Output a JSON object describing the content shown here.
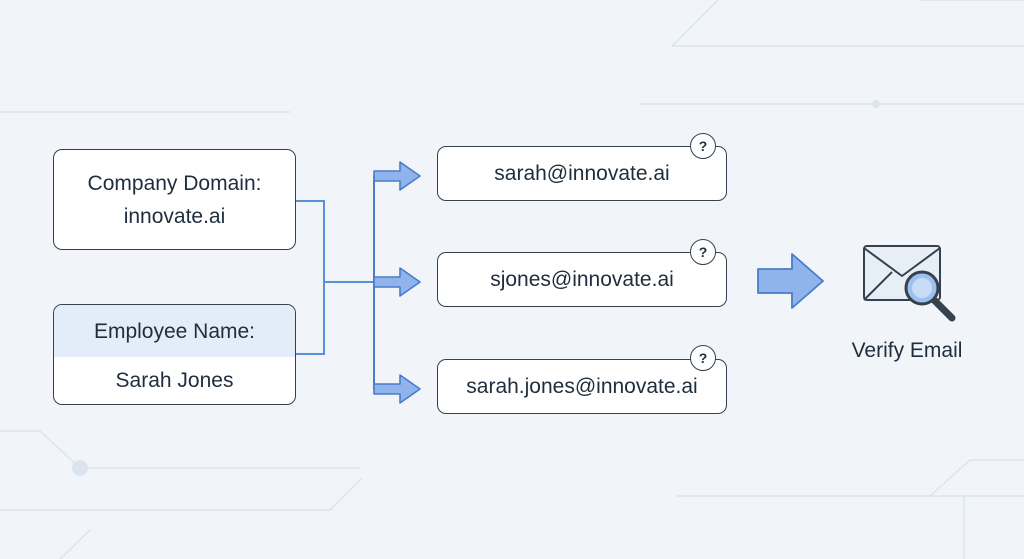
{
  "inputs": {
    "domain": {
      "label": "Company Domain:",
      "value": "innovate.ai"
    },
    "employee": {
      "label": "Employee Name:",
      "value": "Sarah Jones"
    }
  },
  "candidates": [
    {
      "email": "sarah@innovate.ai",
      "badge": "?"
    },
    {
      "email": "sjones@innovate.ai",
      "badge": "?"
    },
    {
      "email": "sarah.jones@innovate.ai",
      "badge": "?"
    }
  ],
  "verify": {
    "label": "Verify Email",
    "icon": "email-magnifier-icon"
  },
  "colors": {
    "connector": "#5b8fd9",
    "arrow_fill": "#8fb4ec",
    "border": "#36414e",
    "highlight": "#e3ecf9",
    "background": "#f1f5fa"
  }
}
